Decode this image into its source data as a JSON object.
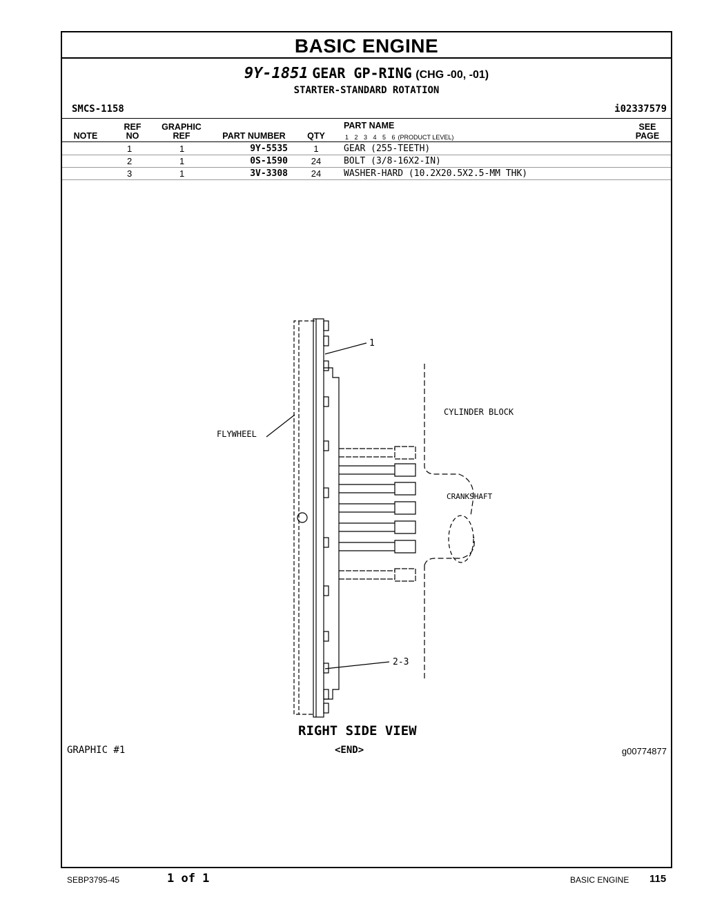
{
  "section_title": "BASIC ENGINE",
  "group": {
    "part_number": "9Y-1851",
    "name": "GEAR GP-RING",
    "change": "(CHG -00, -01)",
    "subtitle": "STARTER-STANDARD ROTATION"
  },
  "smcs": "SMCS-1158",
  "identifier": "i02337579",
  "table": {
    "headers": {
      "note": "NOTE",
      "ref_no_1": "REF",
      "ref_no_2": "NO",
      "graphic_ref_1": "GRAPHIC",
      "graphic_ref_2": "REF",
      "part_number": "PART NUMBER",
      "qty": "QTY",
      "part_name": "PART NAME",
      "product_levels": "1 2 3 4 5 6",
      "product_level_label": "(PRODUCT LEVEL)",
      "see_page_1": "SEE",
      "see_page_2": "PAGE"
    },
    "rows": [
      {
        "note": "",
        "ref_no": "1",
        "graphic_ref": "1",
        "part_number": "9Y-5535",
        "qty": "1",
        "part_name": "GEAR (255-TEETH)"
      },
      {
        "note": "",
        "ref_no": "2",
        "graphic_ref": "1",
        "part_number": "0S-1590",
        "qty": "24",
        "part_name": "BOLT (3/8-16X2-IN)"
      },
      {
        "note": "",
        "ref_no": "3",
        "graphic_ref": "1",
        "part_number": "3V-3308",
        "qty": "24",
        "part_name": "WASHER-HARD (10.2X20.5X2.5-MM THK)"
      }
    ]
  },
  "graphic": {
    "callout_1": "1",
    "callout_2": "2-3",
    "label_flywheel": "FLYWHEEL",
    "label_cylinder_block": "CYLINDER BLOCK",
    "label_crankshaft": "CRANKSHAFT",
    "view_title": "RIGHT SIDE VIEW"
  },
  "graphic_label": "GRAPHIC #1",
  "end_marker": "<END>",
  "graphic_id": "g00774877",
  "footer": {
    "doc_number": "SEBP3795-45",
    "page_of": "1 of 1",
    "section": "BASIC ENGINE",
    "page_number": "115"
  }
}
